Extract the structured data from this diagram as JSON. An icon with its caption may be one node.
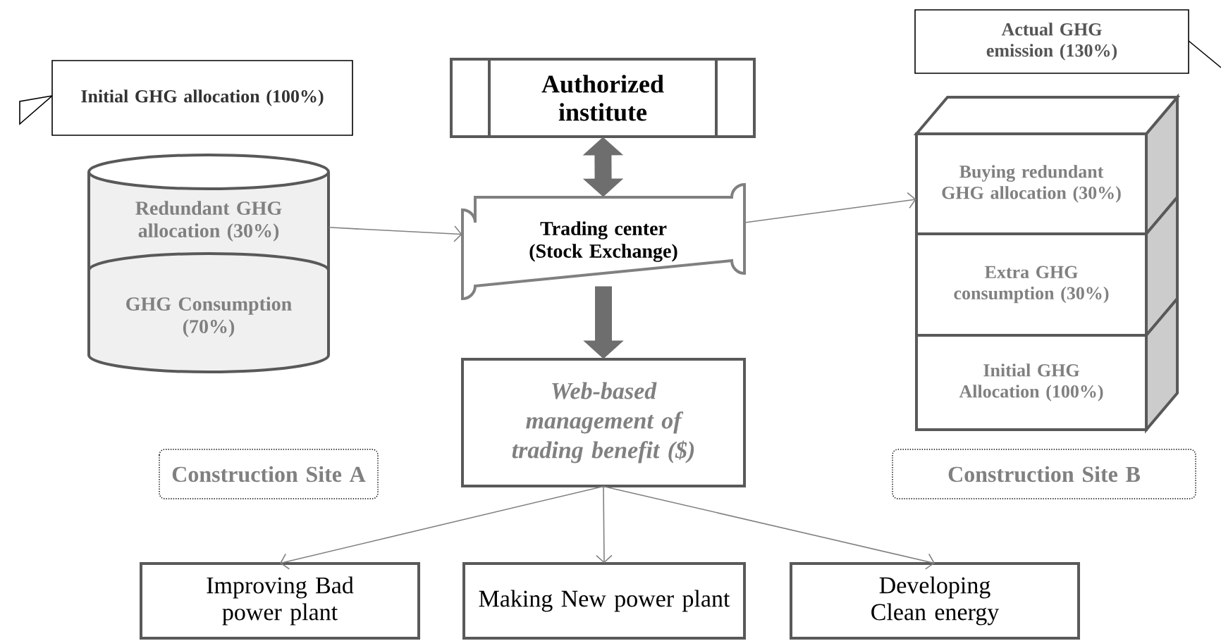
{
  "diagram": {
    "nodes": [
      {
        "text": [
          "Initial GHG allocation (100%)"
        ]
      },
      {
        "text": [
          "Authorized institute"
        ]
      },
      {
        "text": [
          "Actual GHG emission (130%)"
        ]
      },
      {
        "text": [
          "Redundant GHG allocation (30%)"
        ]
      },
      {
        "text": [
          "GHG Consumption (70%)"
        ]
      },
      {
        "text": [
          "Trading center (Stock Exchange)"
        ]
      },
      {
        "text": [
          "Buying redundant GHG allocation (30%)"
        ]
      },
      {
        "text": [
          "Extra GHG consumption (30%)"
        ]
      },
      {
        "text": [
          "Initial GHG Allocation (100%)"
        ]
      },
      {
        "text": [
          "Web-based management of trading benefit ($)"
        ]
      },
      {
        "text": [
          "Construction Site A"
        ]
      },
      {
        "text": [
          "Construction Site B"
        ]
      },
      {
        "text": [
          "Improving Bad power plant"
        ]
      },
      {
        "text": [
          "Making New power plant"
        ]
      },
      {
        "text": [
          "Developing Clean energy"
        ]
      }
    ],
    "edges": [
      {
        "from": 3,
        "to": 5,
        "arrow": "to"
      },
      {
        "from": 5,
        "to": 6,
        "arrow": "to"
      },
      {
        "from": 1,
        "to": 5,
        "arrow": "both",
        "style": "thick",
        "color": "#6e6e6e"
      },
      {
        "from": 5,
        "to": 9,
        "arrow": "to",
        "style": "thick",
        "color": "#6e6e6e"
      },
      {
        "from": 9,
        "to": 12,
        "arrow": "to"
      },
      {
        "from": 9,
        "to": 13,
        "arrow": "to"
      },
      {
        "from": 9,
        "to": 14,
        "arrow": "to"
      }
    ]
  }
}
